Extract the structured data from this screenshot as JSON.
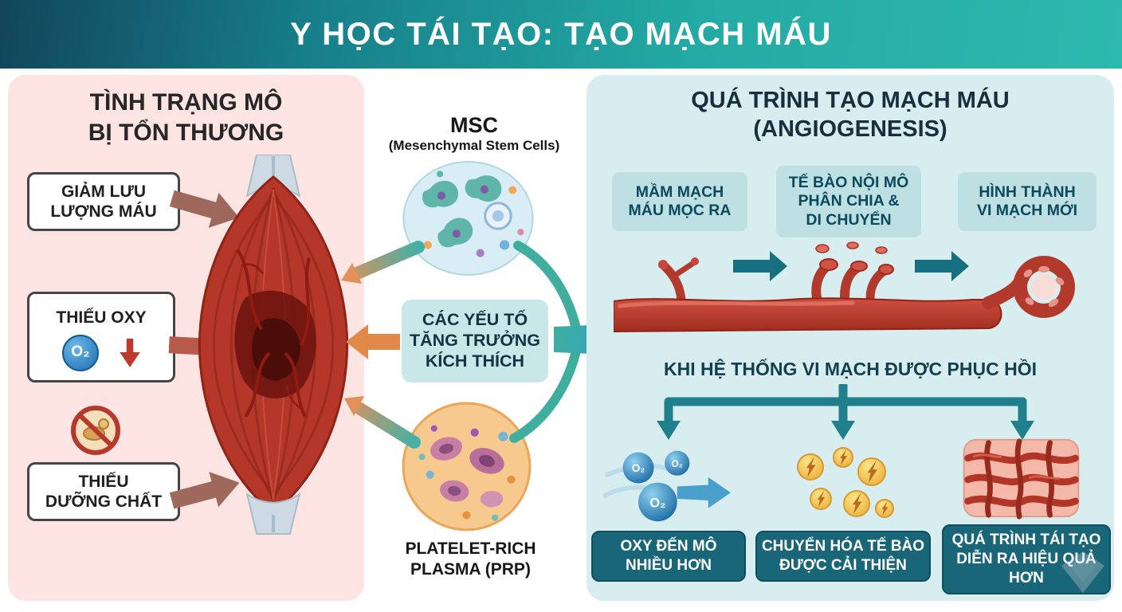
{
  "header": {
    "title": "Y HỌC TÁI TẠO: TẠO MẠCH MÁU"
  },
  "left_panel": {
    "title": "TÌNH TRẠNG MÔ\nBỊ TỔN THƯƠNG",
    "box_blood_flow": "GIẢM LƯU\nLƯỢNG MÁU",
    "box_oxygen": "THIẾU OXY",
    "oxygen_molecule": "O₂",
    "box_nutrients": "THIẾU\nDƯỠNG CHẤT"
  },
  "middle": {
    "msc_title": "MSC",
    "msc_subtitle": "(Mesenchymal Stem Cells)",
    "growth_factors": "CÁC YẾU TỐ\nTĂNG TRƯỞNG\nKÍCH THÍCH",
    "prp_label": "PLATELET-RICH\nPLASMA (PRP)"
  },
  "right_panel": {
    "title": "QUÁ TRÌNH TẠO MẠCH MÁU\n(ANGIOGENESIS)",
    "steps": [
      "MẦM MẠCH\nMÁU MỌC RA",
      "TẾ BÀO NỘI MÔ\nPHÂN CHIA &\nDI CHUYỂN",
      "HÌNH THÀNH\nVI MẠCH MỚI"
    ],
    "restored_label": "KHI HỆ THỐNG VI MẠCH ĐƯỢC PHỤC HỒI",
    "o2_label": "O₂",
    "outcomes": [
      "OXY ĐẾN MÔ\nNHIỀU HƠN",
      "CHUYỂN HÓA TẾ BÀO\nĐƯỢC CẢI THIỆN",
      "QUÁ TRÌNH TÁI TẠO\nDIỄN RA HIỆU QUẢ\nHƠN"
    ]
  },
  "colors": {
    "header_teal": "#1d9b9b",
    "panel_pink": "#fbe4e1",
    "panel_cyan": "#d8edf0",
    "teal_label_box": "#bfe0e3",
    "dark_teal_box": "#1a6679",
    "muscle_red": "#b5372a",
    "oxygen_blue": "#1c6eb0",
    "energy_yellow": "#f3cd5a"
  }
}
